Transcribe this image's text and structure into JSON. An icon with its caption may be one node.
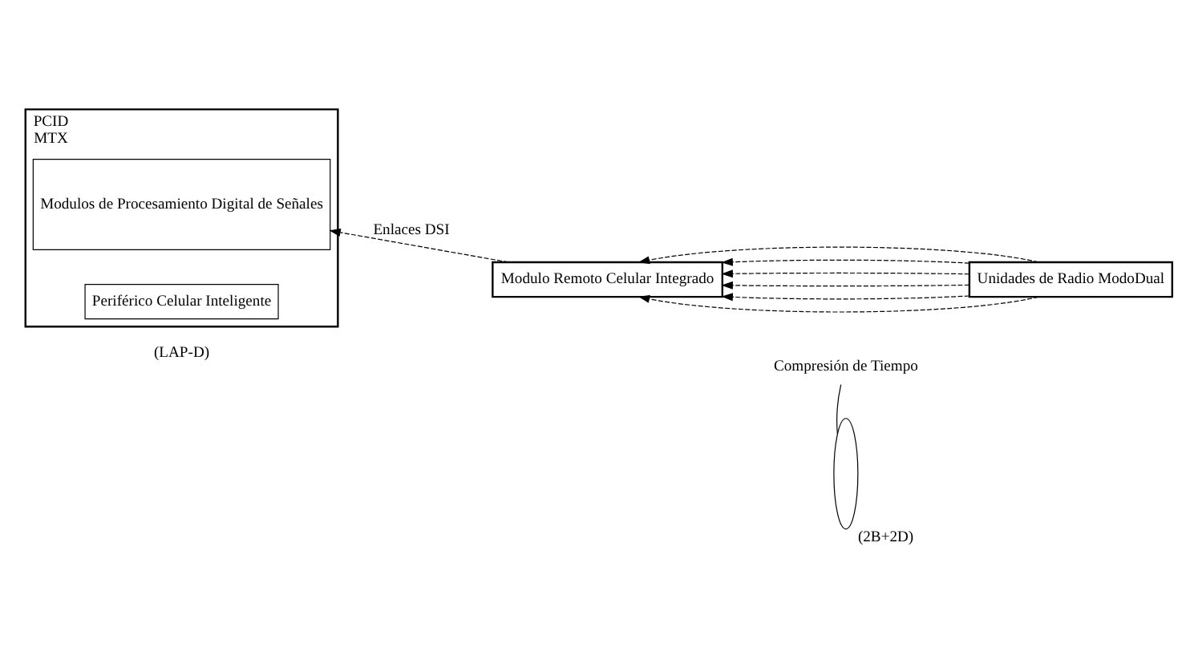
{
  "diagram": {
    "nodes": [
      {
        "text": [
          "PCID",
          "MTX"
        ]
      },
      {
        "text": [
          "Periférico Celular Inteligente"
        ],
        "in": 0
      },
      {
        "text": [
          "Modulos de Procesamiento Digital de Señales"
        ],
        "in": 0
      },
      {
        "text": [
          "Modulo Remoto Celular Integrado"
        ]
      },
      {
        "text": [
          "Unidades de Radio ModoDual"
        ]
      },
      {
        "text": [
          "Compresión de Tiempo"
        ]
      },
      {
        "text": [],
        "shape": "ellipse",
        "beside": [
          "(2B+2D)"
        ]
      }
    ],
    "edges": [
      {
        "from": 3,
        "to": 2,
        "arrow": "to",
        "style": "dashed",
        "label": "Enlaces DSI"
      },
      {
        "from": 4,
        "to": 3,
        "arrow": "to",
        "style": "dashed"
      },
      {
        "from": 4,
        "to": 3,
        "arrow": "to",
        "style": "dashed"
      },
      {
        "from": 4,
        "to": 3,
        "arrow": "to",
        "style": "dashed"
      },
      {
        "from": 4,
        "to": 3,
        "arrow": "to",
        "style": "dashed"
      },
      {
        "from": 4,
        "to": 3,
        "arrow": "to",
        "style": "dashed"
      },
      {
        "from": 4,
        "to": 3,
        "arrow": "to",
        "style": "dashed"
      },
      {
        "from": 5,
        "to": 6,
        "arrow": "none"
      }
    ],
    "labels": [
      "(LAP-D)"
    ]
  }
}
